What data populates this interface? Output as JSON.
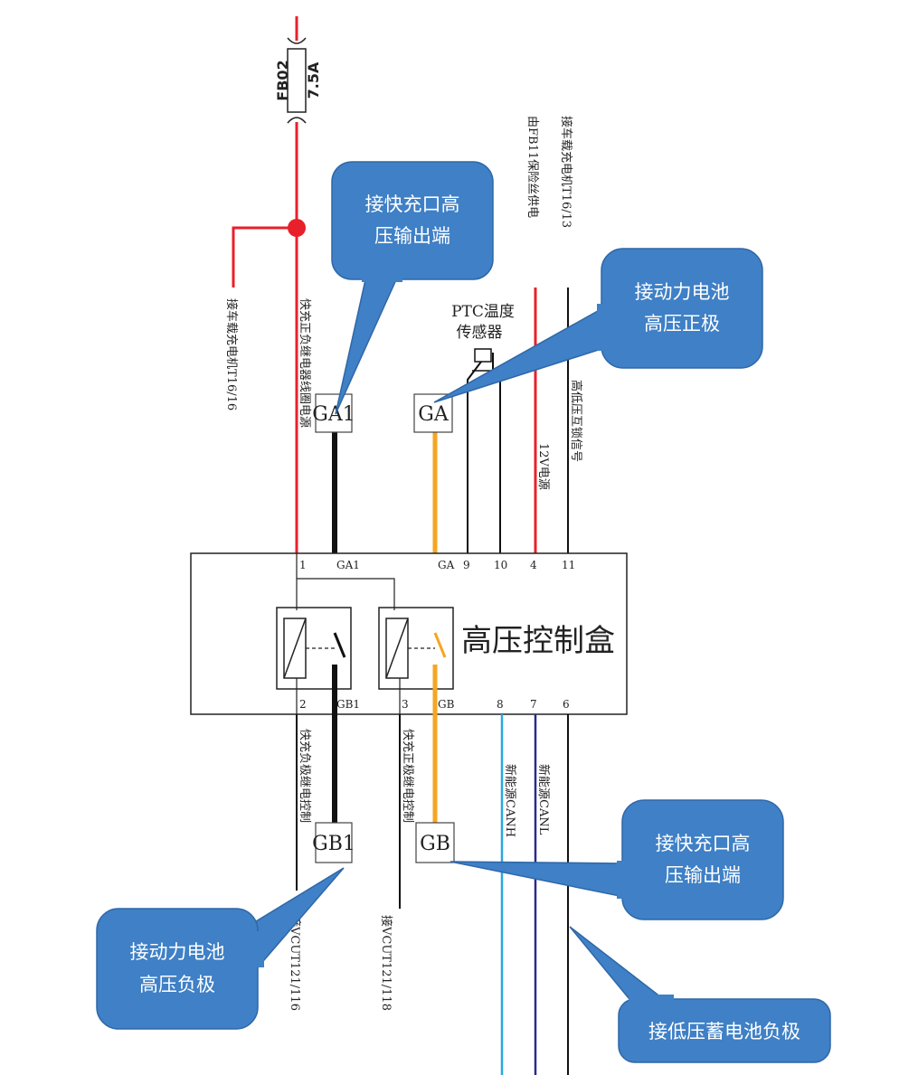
{
  "fuse": {
    "name": "FB02",
    "rating": "7.5A"
  },
  "box_title": "高压控制盒",
  "connectors": {
    "ga1": "GA1",
    "ga": "GA",
    "gb1": "GB1",
    "gb": "GB"
  },
  "sensor_label": [
    "PTC温度",
    "传感器"
  ],
  "pins_top": [
    "1",
    "GA1",
    "GA",
    "9",
    "10",
    "4",
    "11"
  ],
  "pins_bottom": [
    "2",
    "GB1",
    "3",
    "GB",
    "8",
    "7",
    "6"
  ],
  "wire_labels": {
    "obc_left": "接车载充电机T16/16",
    "fast_pos_relay_coil": "快充正负继电器线圈电源",
    "from_fb11": "由FB11保险丝供电",
    "obc_right": "接车载充电机T16/13",
    "power_12v": "12V电源",
    "hv_interlock": "高低压互锁信号",
    "fast_neg_ctrl": "快充负极继电控制",
    "fast_pos_ctrl": "快充正极继电控制",
    "canh": "新能源CANH",
    "canl": "新能源CANL",
    "vcu_116": "接VCUT121/116",
    "vcu_118": "接VCUT121/118"
  },
  "callouts": {
    "fast_out_top": [
      "接快充口高",
      "压输出端"
    ],
    "batt_pos": [
      "接动力电池",
      "高压正极"
    ],
    "fast_out_bottom": [
      "接快充口高",
      "压输出端"
    ],
    "batt_neg": [
      "接动力电池",
      "高压负极"
    ],
    "lv_neg": [
      "接低压蓄电池负极"
    ]
  },
  "colors": {
    "red": "#e8202a",
    "black": "#111111",
    "orange": "#f5a623",
    "cyan": "#29a8e0",
    "navy": "#2a2a8a",
    "callout": "#3f80c6",
    "callout_border": "#2f67a8"
  }
}
